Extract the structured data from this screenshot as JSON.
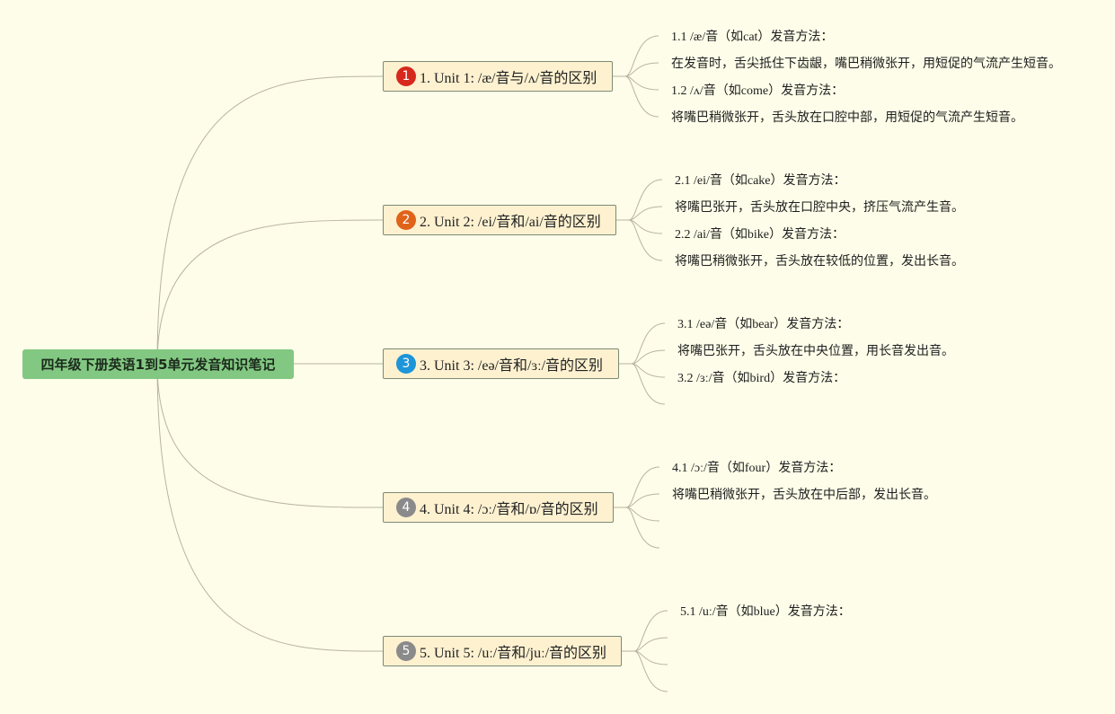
{
  "root": {
    "label": "四年级下册英语1到5单元发音知识笔记",
    "color": "#82c882"
  },
  "branches": [
    {
      "number": "1",
      "badge_color": "#d6281c",
      "label": "1. Unit 1: /æ/音与/ʌ/音的区别",
      "leaves": [
        "1.1 /æ/音（如cat）发音方法：",
        "在发音时，舌尖抵住下齿龈，嘴巴稍微张开，用短促的气流产生短音。",
        "1.2 /ʌ/音（如come）发音方法：",
        "将嘴巴稍微张开，舌头放在口腔中部，用短促的气流产生短音。"
      ]
    },
    {
      "number": "2",
      "badge_color": "#e0631a",
      "label": "2. Unit 2: /ei/音和/ai/音的区别",
      "leaves": [
        "2.1 /ei/音（如cake）发音方法：",
        "将嘴巴张开，舌头放在口腔中央，挤压气流产生音。",
        "2.2 /ai/音（如bike）发音方法：",
        "将嘴巴稍微张开，舌头放在较低的位置，发出长音。"
      ]
    },
    {
      "number": "3",
      "badge_color": "#1d95d8",
      "label": "3. Unit 3: /eə/音和/ɜː/音的区别",
      "leaves": [
        "3.1 /eə/音（如bear）发音方法：",
        "将嘴巴张开，舌头放在中央位置，用长音发出音。",
        "3.2 /ɜː/音（如bird）发音方法：",
        ""
      ]
    },
    {
      "number": "4",
      "badge_color": "#8a8a8a",
      "label": "4. Unit 4: /ɔː/音和/ɒ/音的区别",
      "leaves": [
        "4.1 /ɔː/音（如four）发音方法：",
        "将嘴巴稍微张开，舌头放在中后部，发出长音。",
        "",
        ""
      ]
    },
    {
      "number": "5",
      "badge_color": "#8a8a8a",
      "label": "5. Unit 5: /uː/音和/juː/音的区别",
      "leaves": [
        "5.1 /uː/音（如blue）发音方法：",
        "",
        "",
        ""
      ]
    }
  ]
}
